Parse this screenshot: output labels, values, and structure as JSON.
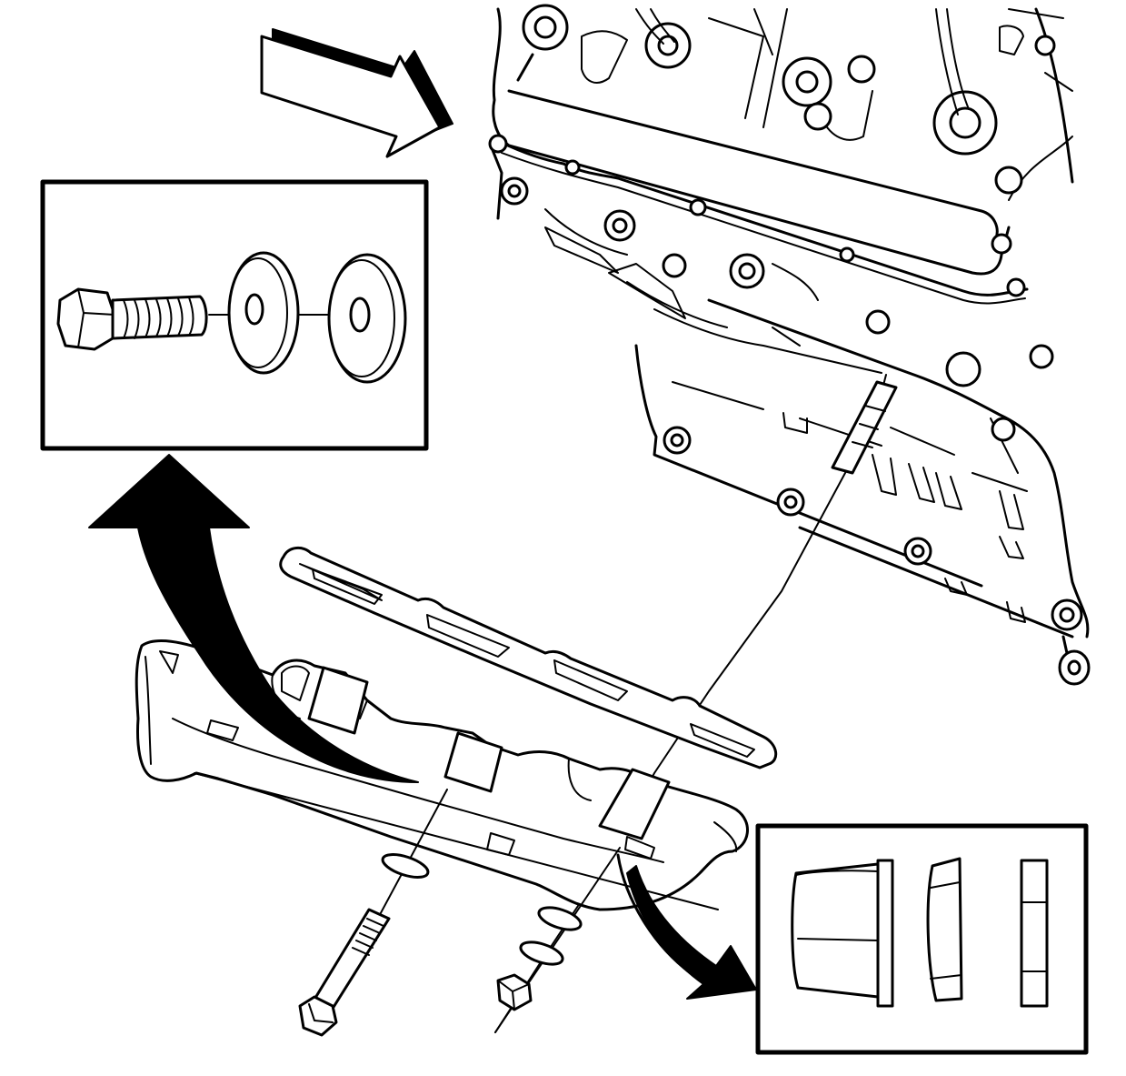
{
  "figure": {
    "background": "#ffffff",
    "ink": "#000000",
    "style": "black-and-white line art",
    "components": [
      "engine-cylinder-head",
      "exhaust-manifold",
      "manifold-gasket",
      "manifold-stud",
      "manifold-bolt",
      "manifold-nut",
      "washer"
    ],
    "callouts": [
      "bolt-and-washers-detail",
      "nut-and-washers-detail"
    ],
    "arrows": [
      "view-direction-arrow",
      "callout-arrow-to-bolt-detail",
      "callout-arrow-to-nut-detail"
    ]
  }
}
